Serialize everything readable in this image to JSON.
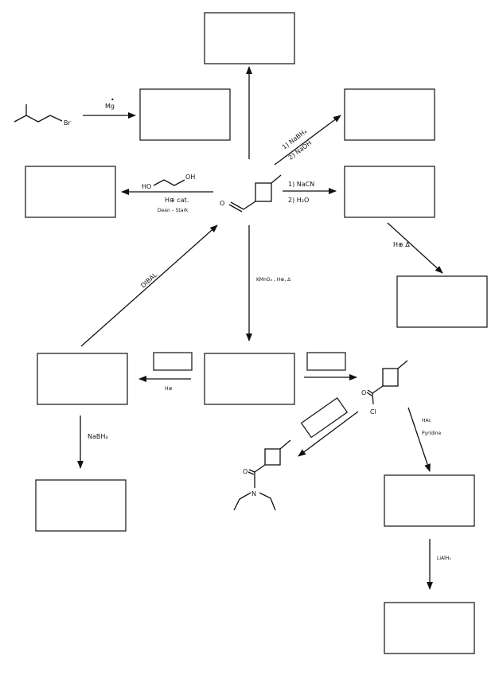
{
  "reagents": {
    "grignard": "Mg",
    "nabh4_1": "1) NaBH₄",
    "nabh4_2": "2) NaOH",
    "nacn_1": "1) NaCN",
    "nacn_2": "2) H₂O",
    "acetal_ho": "HO",
    "acetal_oh": "OH",
    "acetal_acid": "H⊕ cat.",
    "acetal_dean": "Dean – Stark",
    "heat": "H⊕  Δ",
    "dibal": "DIBAL",
    "kmno4": "KMnO₄ , H⊕, Δ",
    "acid_left": "H⊕",
    "nabh4_down": "NaBH₄",
    "hac": "HAc",
    "pyridine": "Pyridine",
    "lialh4": "LiAlH₄"
  },
  "atoms": {
    "br": "Br",
    "o": "O",
    "cl": "Cl",
    "n": "N"
  }
}
